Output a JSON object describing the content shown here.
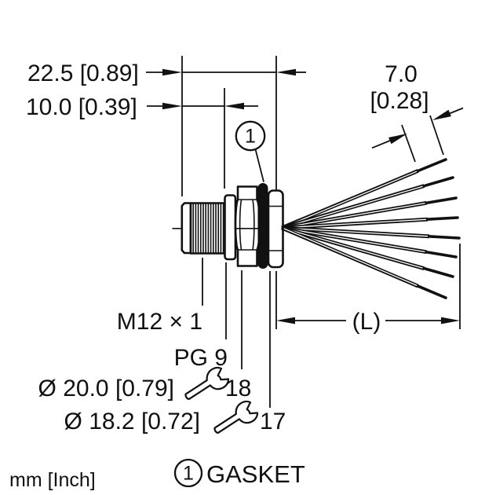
{
  "colors": {
    "ink": "#111111",
    "background": "#ffffff"
  },
  "dimensions": {
    "overall_length": "22.5 [0.89]",
    "thread_length": "10.0 [0.39]",
    "strip_length": "7.0",
    "strip_length_inch": "[0.28]",
    "cable_length": "(L)"
  },
  "labels": {
    "thread_spec": "M12 × 1",
    "mounting_thread": "PG 9",
    "flange_diameter": "Ø 20.0 [0.79]",
    "gasket_diameter": "Ø 18.2 [0.72]",
    "wrench_flange": "18",
    "wrench_locknut": "17"
  },
  "callout": {
    "number": "1"
  },
  "legend": {
    "units": "mm [Inch]",
    "item_number": "1",
    "item_label": "GASKET"
  }
}
